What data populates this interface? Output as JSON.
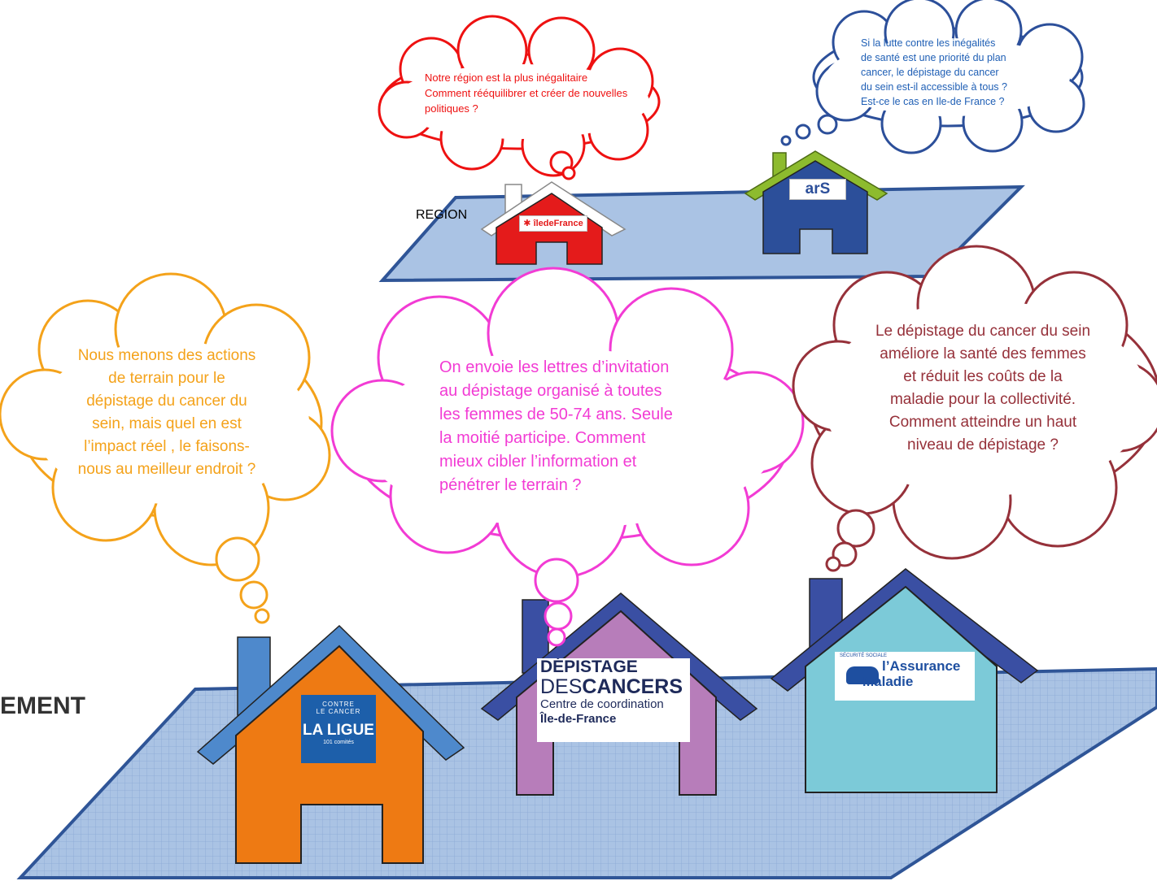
{
  "colors": {
    "platform_fill": "#aac3e4",
    "platform_stroke": "#2f5597",
    "red": "#ee1111",
    "blue_text": "#1f5fb5",
    "orange": "#f4a21a",
    "magenta": "#f23bd4",
    "maroon": "#96313a",
    "house_red": "#e41b1b",
    "house_navy": "#2c4f9a",
    "house_orange": "#ee7a13",
    "house_purple": "#b77dba",
    "house_teal": "#7ccad8",
    "roof_light_blue": "#4e89cc",
    "roof_navy": "#3a4fa3",
    "roof_green": "#8dbb2e",
    "roof_white": "#ffffff"
  },
  "labels": {
    "region": "REGION",
    "left_partial": "EMENT"
  },
  "bubbles": {
    "region": {
      "text": "Notre région est la plus inégalitaire Comment rééquilibrer et créer de nouvelles politiques ?"
    },
    "ars": {
      "line1": "Si la lutte contre les inégalités",
      "line2": "de santé est une priorité du plan",
      "line3": "cancer, le dépistage du cancer",
      "line4": "du sein est-il accessible à tous ?",
      "line5": "Est-ce le cas en Ile-de France ?"
    },
    "ligue": {
      "line1": "Nous menons des actions",
      "line2": "de terrain pour le",
      "line3": "dépistage du cancer du",
      "line4": "sein, mais quel en est",
      "line5": "l’impact réel , le faisons-",
      "line6": "nous au meilleur endroit ?"
    },
    "depistage": {
      "line1": "On envoie les lettres d’invitation",
      "line2": "au dépistage organisé à toutes",
      "line3": "les femmes  de 50-74 ans. Seule",
      "line4": "la moitié participe. Comment",
      "line5": "mieux cibler l’information et",
      "line6": "pénétrer le terrain ?"
    },
    "assurance": {
      "line1": "Le dépistage du cancer du sein",
      "line2": "améliore la santé des femmes",
      "line3": "et réduit les coûts de la",
      "line4": "maladie pour la collectivité.",
      "line5": "Comment atteindre un haut",
      "line6": "niveau de dépistage ?"
    }
  },
  "logos": {
    "iledefrance": {
      "star": "✱",
      "text": "îledeFrance"
    },
    "ars": {
      "text": "arS"
    },
    "ligue": {
      "top1": "CONTRE",
      "top2": "LE CANCER",
      "main": "LA LIGUE",
      "sub": "101 comités"
    },
    "depistage": {
      "line1": "DÉPISTAGE",
      "line2a": "DES",
      "line2b": "CANCERS",
      "line3": "Centre de coordination",
      "line4": "Île-de-France"
    },
    "assurance": {
      "line1": "l’Assurance",
      "line2": "Maladie",
      "tag": "SÉCURITÉ SOCIALE"
    }
  }
}
